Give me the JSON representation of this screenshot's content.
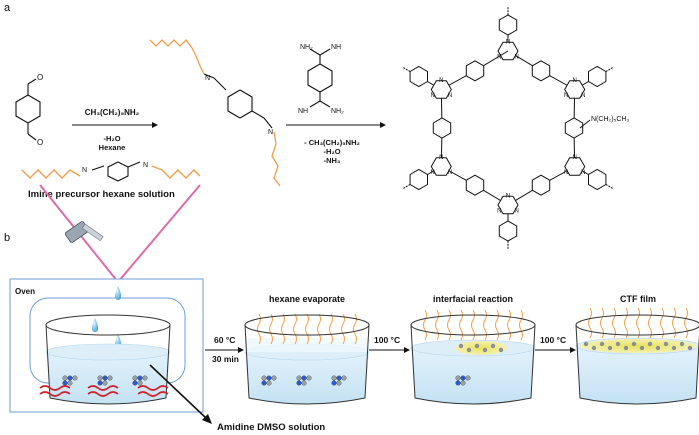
{
  "panels": {
    "a": {
      "label": "a"
    },
    "b": {
      "label": "b"
    }
  },
  "reaction": {
    "step1": {
      "reagent": "CH₃(CH₂)₅NH₂",
      "byproduct": "-H₂O",
      "solvent": "Hexane"
    },
    "step2": {
      "byproduct1": "- CH₃(CH₂)₅NH₂",
      "byproduct2": "-H₂O",
      "byproduct3": "-NH₃"
    },
    "amidine_groups": {
      "nh2": "NH₂",
      "nh": "NH"
    },
    "triazine_atom": "N",
    "end_group": "N(CH₂)₅CH₃",
    "chain_nitrogen": "N"
  },
  "process": {
    "oven_label": "Oven",
    "precursor_label": "Imine precursor hexane solution",
    "amidine_label": "Amidine DMSO solution",
    "stages": {
      "evaporate": "hexane evaporate",
      "interfacial": "interfacial reaction",
      "film": "CTF film"
    },
    "conditions": {
      "temp1": "60 °C",
      "time1": "30 min",
      "temp2": "100 °C",
      "temp3": "100 °C"
    }
  },
  "colors": {
    "alkyl_chain": "#f0a04b",
    "oven_border": "#6d9ed6",
    "water": "#cfe8f6",
    "light_cone": "#e06aa8",
    "heat": "#d0202a",
    "film": "#f3ea79"
  }
}
